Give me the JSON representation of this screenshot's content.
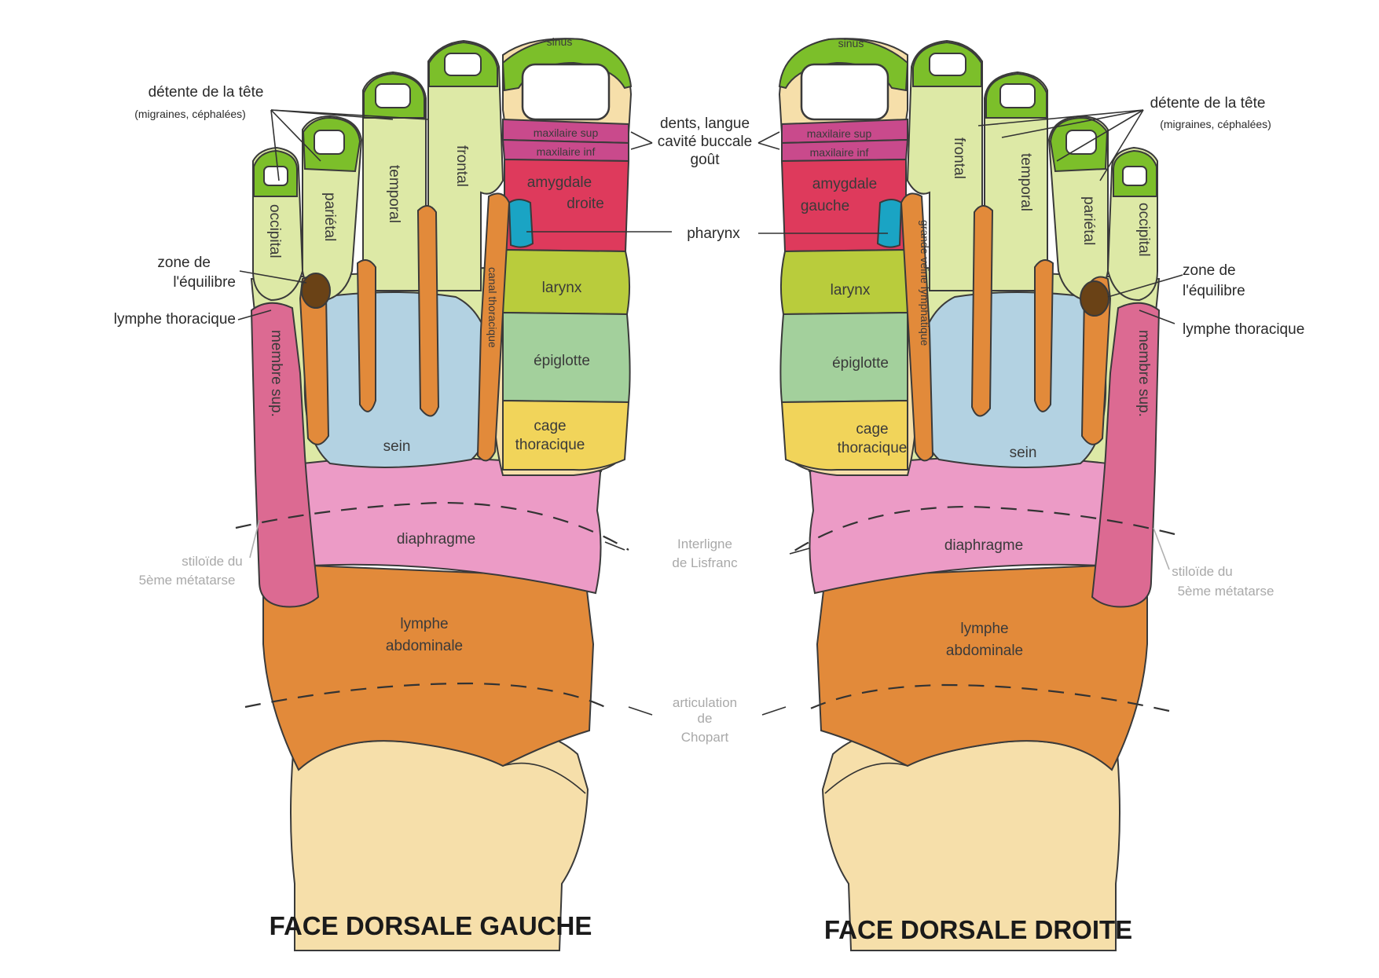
{
  "titles": {
    "left": "FACE DORSALE GAUCHE",
    "right": "FACE DORSALE DROITE"
  },
  "labels": {
    "detente_title": "détente de la tête",
    "detente_sub": "(migraines, céphalées)",
    "zone_equilibre_1": "zone de",
    "zone_equilibre_2": "l'équilibre",
    "lymphe_thoracique": "lymphe thoracique",
    "dents_1": "dents, langue",
    "dents_2": "cavité buccale",
    "dents_3": "goût",
    "pharynx": "pharynx",
    "stiloide_1": "stiloïde du",
    "stiloide_2": "5ème métatarse",
    "interligne_1": "Interligne",
    "interligne_2": "de Lisfranc",
    "chopart_1": "articulation",
    "chopart_2": "de",
    "chopart_3": "Chopart"
  },
  "zones": {
    "sinus": "sinus",
    "occipital": "occipital",
    "parietal": "pariétal",
    "temporal": "temporal",
    "frontal": "frontal",
    "maxillaire_sup": "maxilaire sup",
    "maxillaire_inf": "maxilaire inf",
    "amygdale_left_1": "amygdale",
    "amygdale_left_2": "droite",
    "amygdale_right_1": "amygdale",
    "amygdale_right_2": "gauche",
    "larynx": "larynx",
    "epiglotte": "épiglotte",
    "cage_1": "cage",
    "cage_2": "thoracique",
    "sein": "sein",
    "canal_thoracique": "canal thoracique",
    "grande_veine": "grande veine lymphatique",
    "membre_sup": "membre sup.",
    "diaphragme": "diaphragme",
    "lymphe_abd_1": "lymphe",
    "lymphe_abd_2": "abdominale"
  },
  "colors": {
    "nail_green": "#7cbf2a",
    "toe_light": "#dde9a6",
    "skin": "#f6dfaa",
    "orange": "#e28a3a",
    "maxillary": "#c94a8c",
    "amygdale": "#de3a5c",
    "pharynx": "#1aa4c4",
    "larynx": "#b9cc3c",
    "epiglotte": "#a3d09c",
    "cage": "#f1d45a",
    "sein": "#b3d2e2",
    "diaphragme": "#ec9bc6",
    "membre": "#dc6a92",
    "equilibre": "#6a4216"
  }
}
